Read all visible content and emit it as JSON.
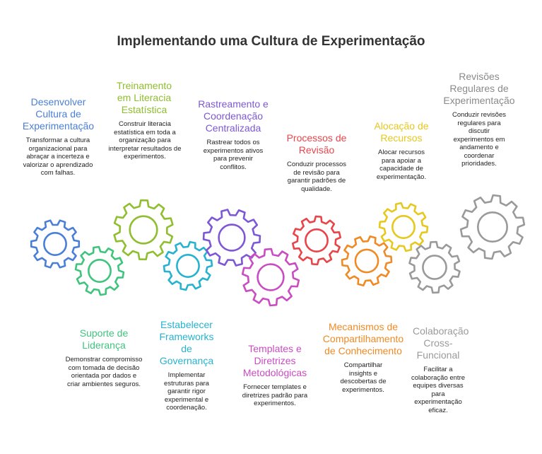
{
  "title": "Implementando uma Cultura de Experimentação",
  "colors": {
    "blue": "#4a7fd8",
    "green": "#3fc47e",
    "lime": "#8fbe2e",
    "cyan": "#27b3cf",
    "purple": "#7e57d6",
    "magenta": "#c94cc2",
    "red": "#e8454a",
    "orange": "#f08a24",
    "yellow": "#e6c81e",
    "lightgray": "#9a9a9a",
    "gray": "#7a7a7a"
  },
  "items": [
    {
      "heading": "Desenvolver Cultura de Experimentação",
      "description": "Transformar a cultura organizacional para abraçar a incerteza e valorizar o aprendizado com falhas.",
      "color": "#4a7fd8"
    },
    {
      "heading": "Suporte de Liderança",
      "description": "Demonstrar compromisso com tomada de decisão orientada por dados e criar ambientes seguros.",
      "color": "#3fc47e"
    },
    {
      "heading": "Treinamento em Literacia Estatística",
      "description": "Construir literacia estatística em toda a organização para interpretar resultados de experimentos.",
      "color": "#8fbe2e"
    },
    {
      "heading": "Estabelecer Frameworks de Governança",
      "description": "Implementar estruturas para garantir rigor experimental e coordenação.",
      "color": "#27b3cf"
    },
    {
      "heading": "Rastreamento e Coordenação Centralizada",
      "description": "Rastrear todos os experimentos ativos para prevenir conflitos.",
      "color": "#7e57d6"
    },
    {
      "heading": "Templates e Diretrizes Metodológicas",
      "description": "Fornecer templates e diretrizes padrão para experimentos.",
      "color": "#c94cc2"
    },
    {
      "heading": "Processos de Revisão",
      "description": "Conduzir processos de revisão para garantir padrões de qualidade.",
      "color": "#e8454a"
    },
    {
      "heading": "Mecanismos de Compartilhamento de Conhecimento",
      "description": "Compartilhar insights e descobertas de experimentos.",
      "color": "#f08a24"
    },
    {
      "heading": "Alocação de Recursos",
      "description": "Alocar recursos para apoiar a capacidade de experimentação.",
      "color": "#e6c81e"
    },
    {
      "heading": "Colaboração Cross-Funcional",
      "description": "Facilitar a colaboração entre equipes diversas para experimentação eficaz.",
      "color": "#9a9a9a"
    },
    {
      "heading": "Revisões Regulares de Experimentação",
      "description": "Conduzir revisões regulares para discutir experimentos em andamento e coordenar prioridades.",
      "color": "#8a8a8a"
    }
  ]
}
